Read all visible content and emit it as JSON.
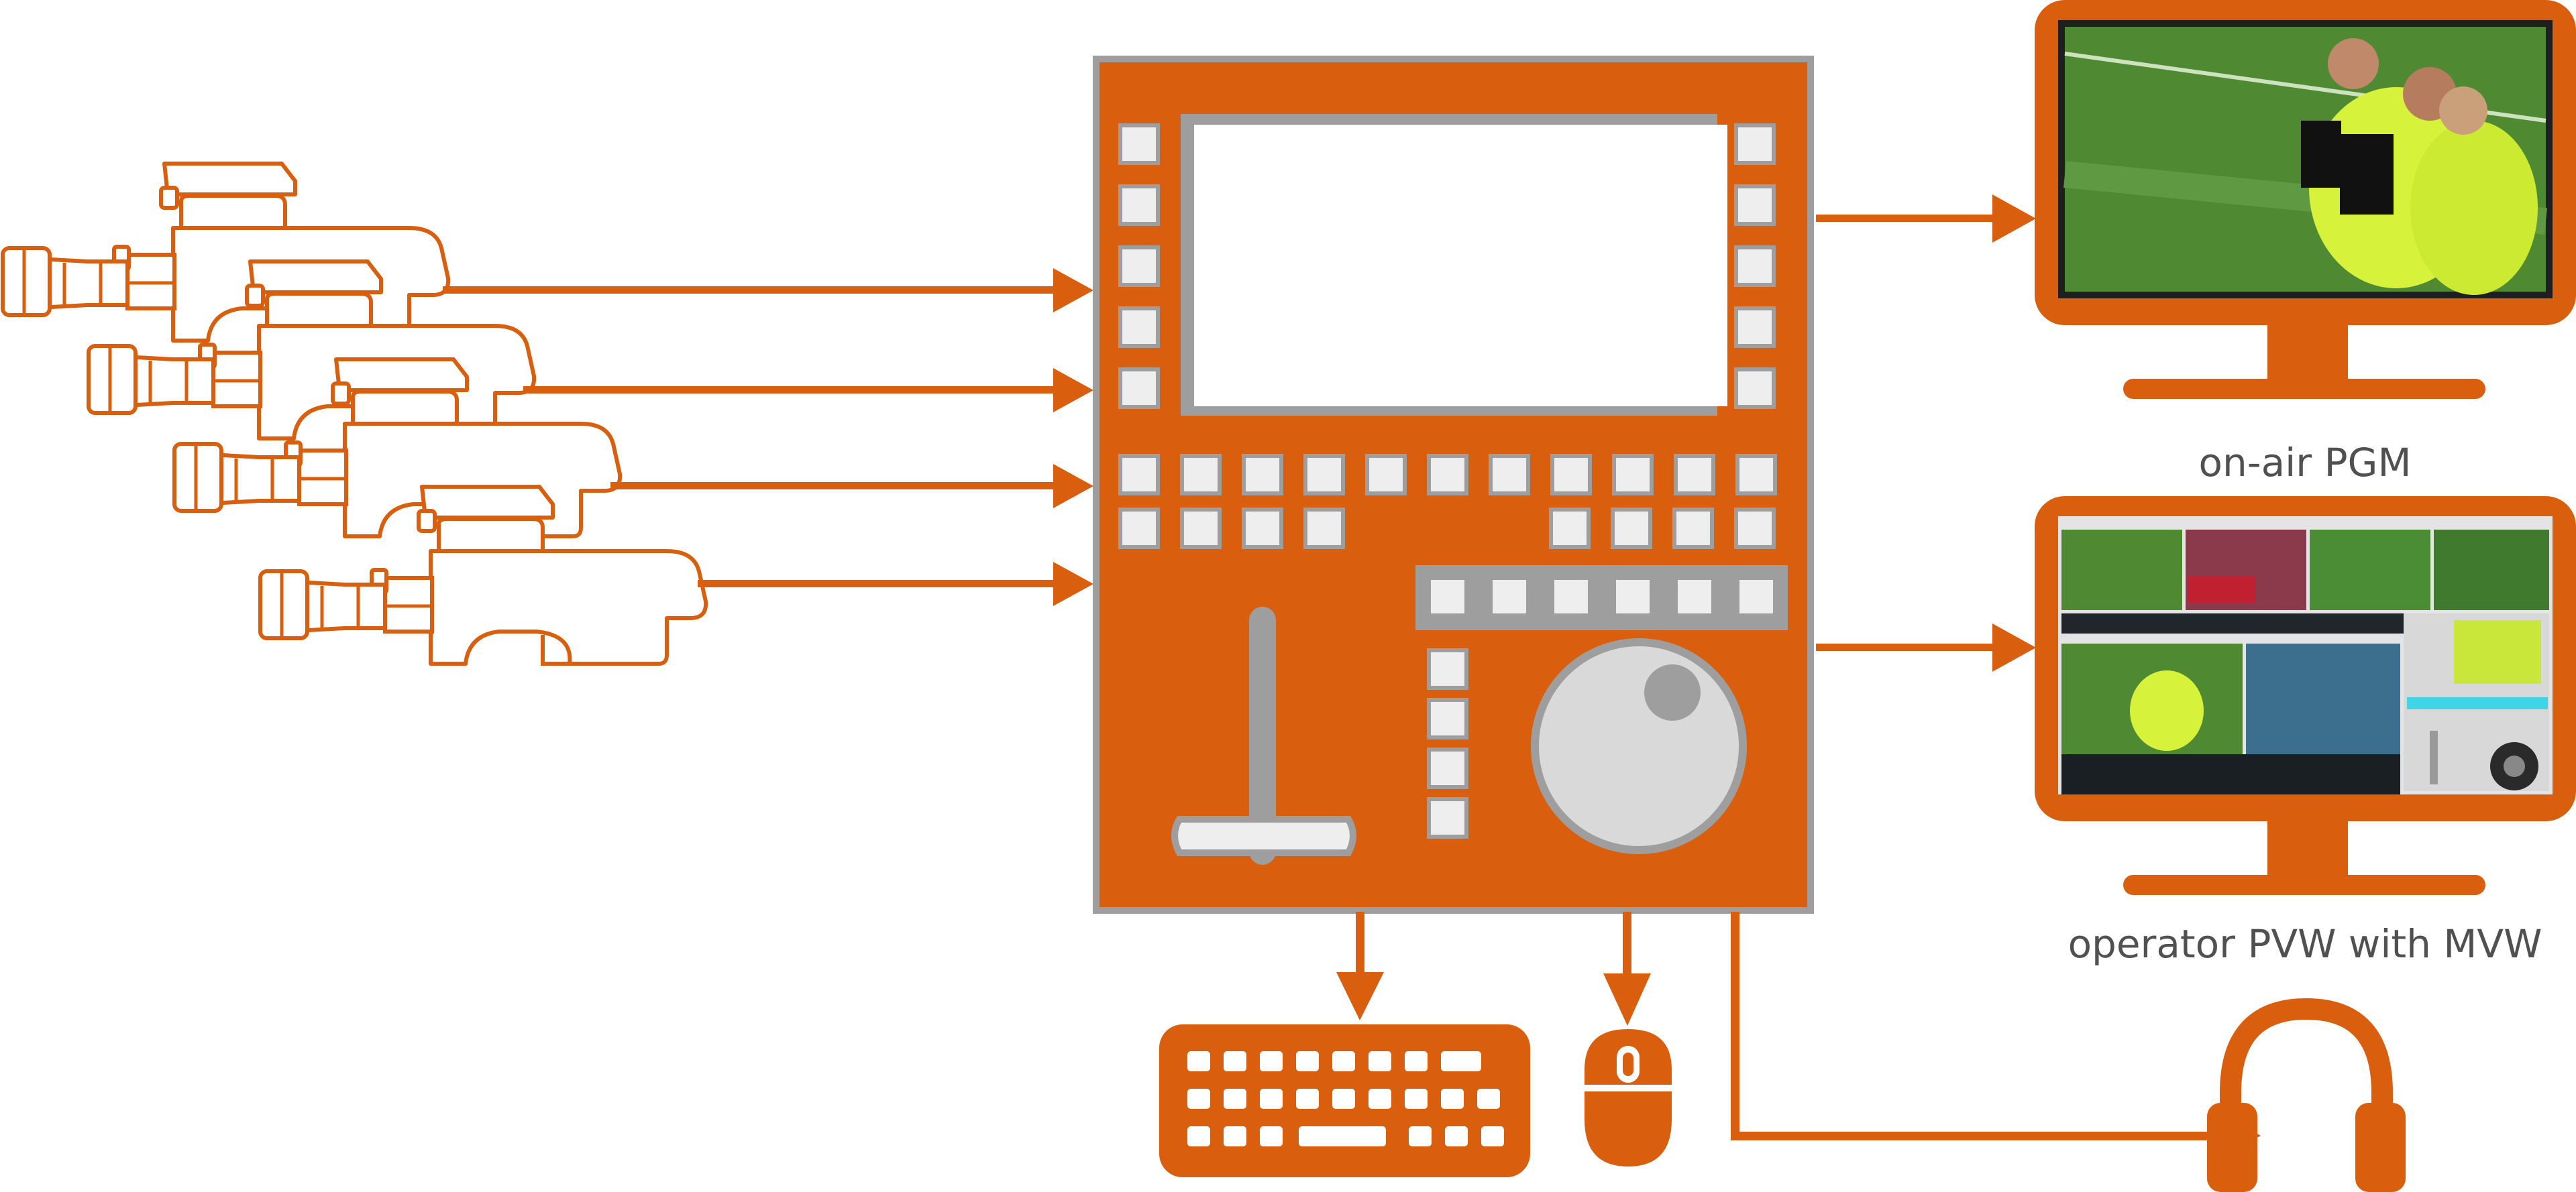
{
  "colors": {
    "accent": "#d95f0e",
    "panel_gray": "#9e9e9e",
    "key_fill": "#eeeeee",
    "text": "#505050"
  },
  "inputs": {
    "camera_count": 4,
    "icon": "broadcast-camera-icon"
  },
  "controller": {
    "icon": "replay-controller-icon",
    "top_keys_per_side": 5,
    "key_row_1_count": 11,
    "key_row_2_left_count": 4,
    "key_row_2_right_count": 4,
    "function_key_row_count": 6,
    "side_keys_count": 4,
    "controls": [
      "lever",
      "jog-shuttle-wheel"
    ]
  },
  "outputs": {
    "pgm_monitor": {
      "label": "on-air PGM",
      "icon": "monitor-icon"
    },
    "pvw_monitor": {
      "label": "operator PVW with MVW",
      "icon": "monitor-icon"
    }
  },
  "peripherals": [
    {
      "name": "keyboard",
      "icon": "keyboard-icon"
    },
    {
      "name": "mouse",
      "icon": "mouse-icon"
    },
    {
      "name": "headphones",
      "icon": "headphones-icon"
    }
  ]
}
